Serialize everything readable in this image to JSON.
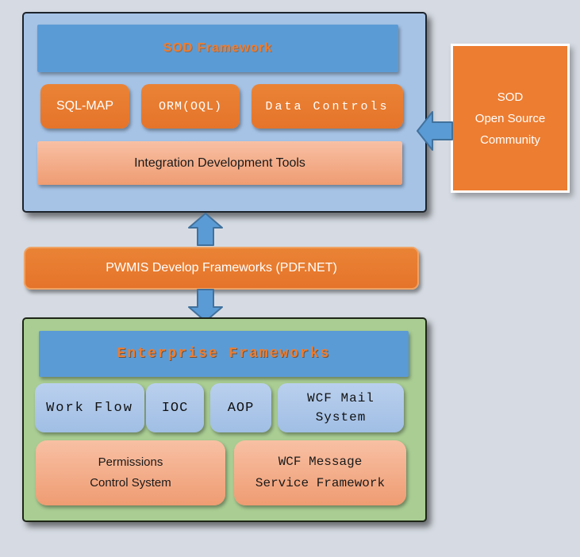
{
  "colors": {
    "background": "#d6dbe3",
    "blue_container": "#a6c3e6",
    "green_container": "#a9cd93",
    "header_blue": "#5b9bd5",
    "accent_orange": "#ed7d31",
    "peach_light": "#f8c0a4",
    "peach_dark": "#ef9c72",
    "light_blue_box": "#aac5e8",
    "arrow_fill": "#5b9bd5",
    "arrow_stroke": "#41719c"
  },
  "icons": {
    "left": "left-block-arrow-icon",
    "up": "up-block-arrow-icon",
    "down": "down-block-arrow-icon"
  },
  "sod_framework": {
    "title": "SOD Framework",
    "modules": [
      {
        "label": "SQL-MAP"
      },
      {
        "label": "ORM(OQL)"
      },
      {
        "label": "Data Controls"
      }
    ],
    "tools_label": "Integration Development Tools"
  },
  "community": {
    "lines": [
      "SOD",
      "Open Source",
      "Community"
    ]
  },
  "middleware": {
    "label": "PWMIS Develop Frameworks (PDF.NET)"
  },
  "enterprise": {
    "title": "Enterprise Frameworks",
    "modules": [
      {
        "lines": [
          "Work Flow"
        ]
      },
      {
        "lines": [
          "IOC"
        ]
      },
      {
        "lines": [
          "AOP"
        ]
      },
      {
        "lines": [
          "WCF Mail",
          "System"
        ]
      }
    ],
    "systems": [
      {
        "lines": [
          "Permissions",
          "Control System"
        ]
      },
      {
        "lines": [
          "WCF Message",
          "Service Framework"
        ]
      }
    ]
  }
}
